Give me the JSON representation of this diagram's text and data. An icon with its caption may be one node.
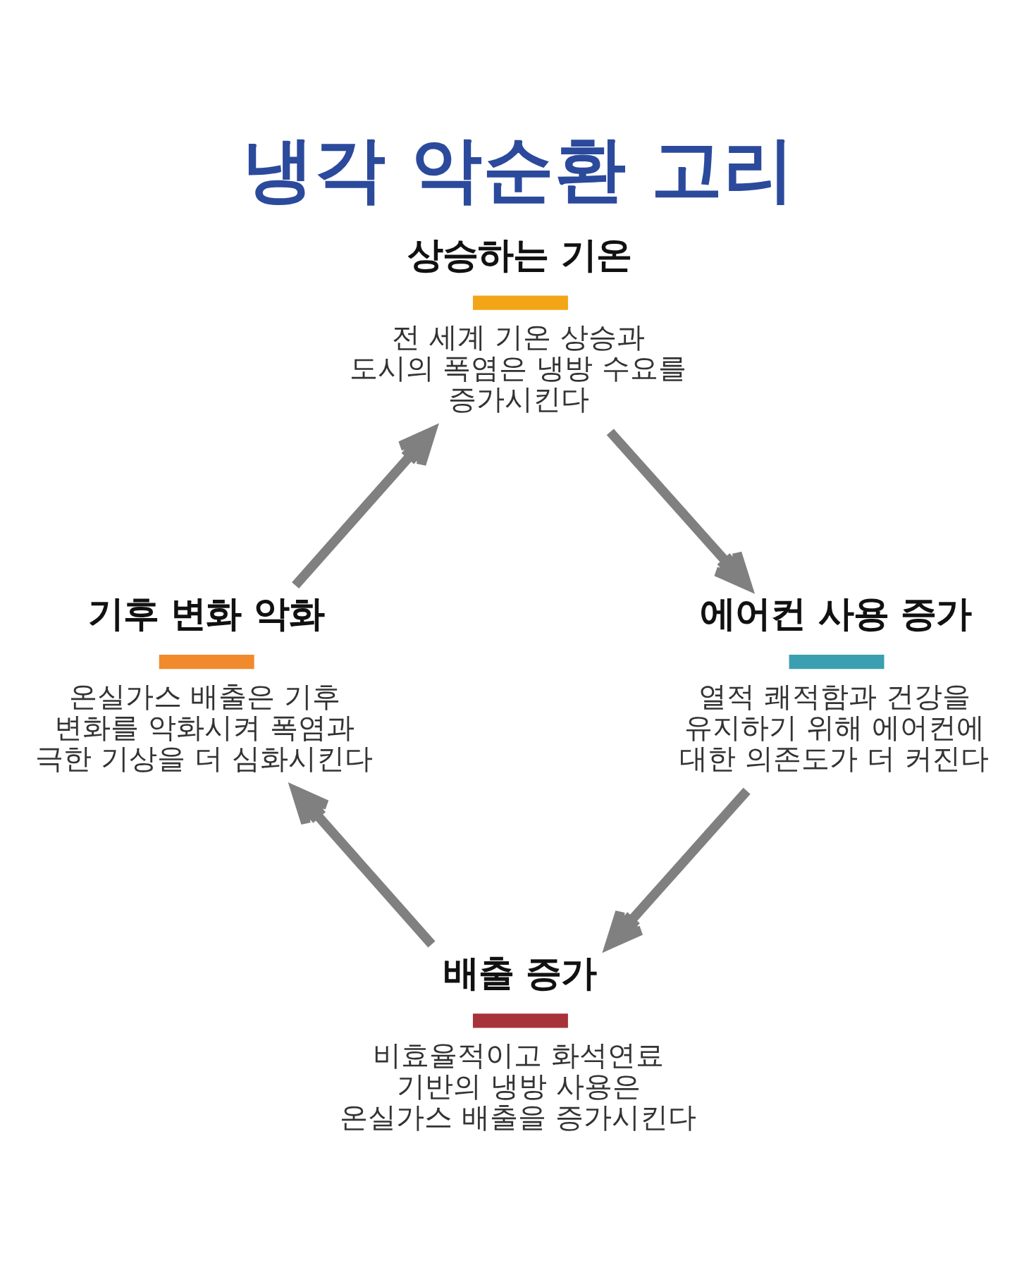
{
  "diagram": {
    "title": "냉각 악순환 고리",
    "nodes": [
      {
        "text": [
          "상승하는 기온",
          "전 세계 기온 상승과 도시의 폭염은 냉방 수요를 증가시킨다"
        ]
      },
      {
        "text": [
          "에어컨 사용 증가",
          "열적 쾌적함과 건강을 유지하기 위해 에어컨에 대한 의존도가 더 커진다"
        ]
      },
      {
        "text": [
          "배출 증가",
          "비효율적이고 화석연료 기반의 냉방 사용은 온실가스 배출을 증가시킨다"
        ]
      },
      {
        "text": [
          "기후 변화 악화",
          "온실가스 배출은 기후 변화를 악화시켜 폭염과 극한 기상을 더 심화시킨다"
        ]
      }
    ],
    "edges": [
      {
        "from": 0,
        "to": 1,
        "arrow": "to"
      },
      {
        "from": 1,
        "to": 2,
        "arrow": "to"
      },
      {
        "from": 2,
        "to": 3,
        "arrow": "to"
      },
      {
        "from": 3,
        "to": 0,
        "arrow": "to"
      }
    ]
  }
}
